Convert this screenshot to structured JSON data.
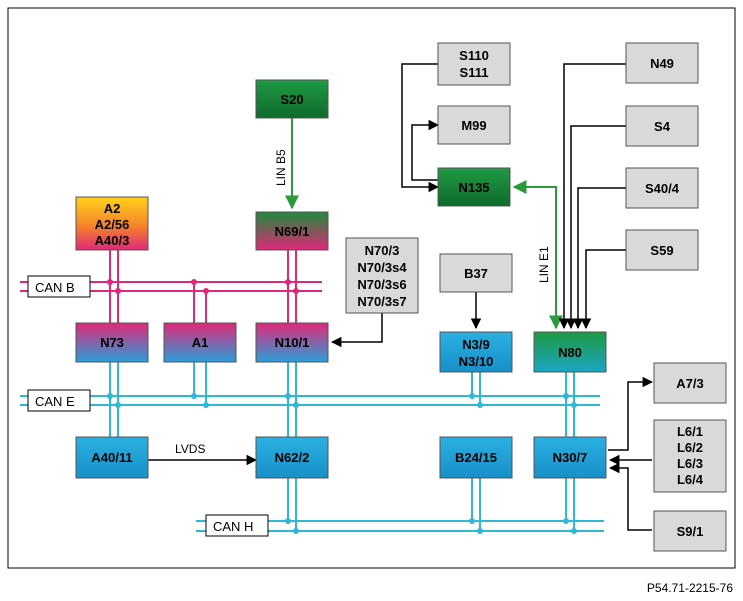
{
  "reference": "P54.71-2215-76",
  "buses": {
    "can_b": "CAN B",
    "can_e": "CAN E",
    "can_h": "CAN H"
  },
  "links": {
    "lin_b5": "LIN B5",
    "lin_e1": "LIN E1",
    "lvds": "LVDS"
  },
  "modules": {
    "s20": [
      "S20"
    ],
    "n69_1": [
      "N69/1"
    ],
    "a2": [
      "A2",
      "A2/56",
      "A40/3"
    ],
    "n73": [
      "N73"
    ],
    "a1": [
      "A1"
    ],
    "n10_1": [
      "N10/1"
    ],
    "n70": [
      "N70/3",
      "N70/3s4",
      "N70/3s6",
      "N70/3s7"
    ],
    "s110": [
      "S110",
      "S111"
    ],
    "m99": [
      "M99"
    ],
    "n135": [
      "N135"
    ],
    "b37": [
      "B37"
    ],
    "n3": [
      "N3/9",
      "N3/10"
    ],
    "n49": [
      "N49"
    ],
    "s4": [
      "S4"
    ],
    "s40_4": [
      "S40/4"
    ],
    "s59": [
      "S59"
    ],
    "n80": [
      "N80"
    ],
    "a40_11": [
      "A40/11"
    ],
    "n62_2": [
      "N62/2"
    ],
    "b24_15": [
      "B24/15"
    ],
    "n30_7": [
      "N30/7"
    ],
    "a7_3": [
      "A7/3"
    ],
    "l6": [
      "L6/1",
      "L6/2",
      "L6/3",
      "L6/4"
    ],
    "s9_1": [
      "S9/1"
    ]
  },
  "colors": {
    "can_b": "#e0287a",
    "can_e": "#2eb8d6",
    "can_h": "#2eb8d6",
    "lin": "#2a9a3a",
    "grey_box": "#d9d9d9"
  }
}
